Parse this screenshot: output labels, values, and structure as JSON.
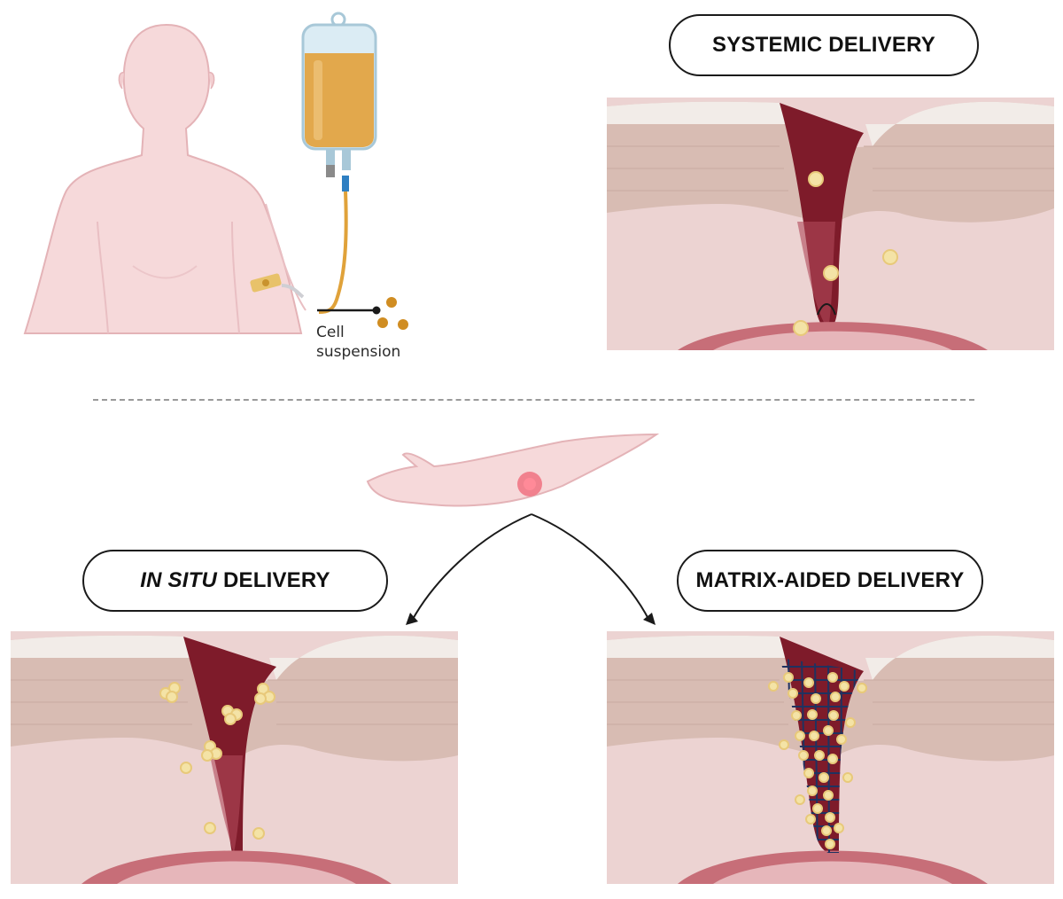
{
  "panels": {
    "systemic": {
      "title": "SYSTEMIC DELIVERY"
    },
    "in_situ": {
      "title_italic": "IN SITU",
      "title_rest": "DELIVERY"
    },
    "matrix": {
      "title": "MATRIX-AIDED DELIVERY"
    }
  },
  "labels": {
    "cell_suspension_line1": "Cell",
    "cell_suspension_line2": "suspension"
  },
  "colors": {
    "skin": "#f6d7d8",
    "skin_outline": "#e0a8ad",
    "wound_dark": "#7e1b2a",
    "wound_light": "#b0495a",
    "epidermis": "#d9bdb3",
    "dermis": "#ecd3d2",
    "vessel": "#c76e78",
    "cell": "#f4e3a6",
    "iv_fluid": "#e3a94a",
    "matrix_mesh": "#1f3260"
  },
  "icons": [
    "human-torso-icon",
    "iv-bag-icon",
    "arm-icon",
    "wound-cross-section-icon",
    "cell-icon"
  ]
}
